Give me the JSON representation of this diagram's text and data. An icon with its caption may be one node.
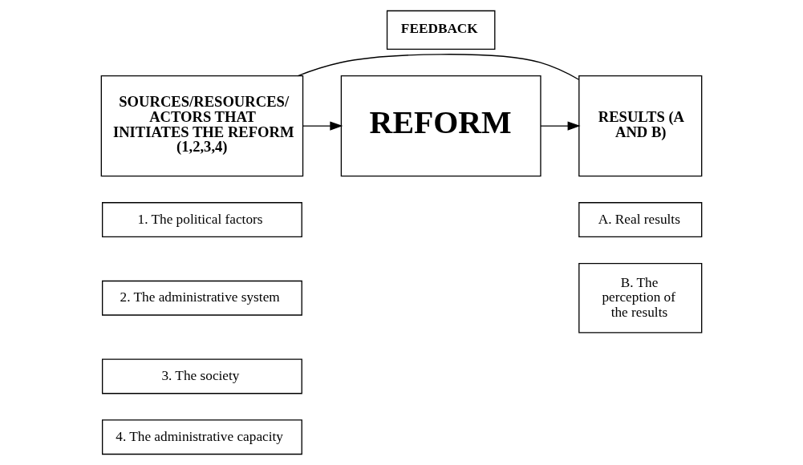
{
  "diagram": {
    "nodes": [
      {
        "text": [
          "SOURCES/RESOURCES/ ACTORS THAT INITIATES THE REFORM (1,2,3,4)"
        ]
      },
      {
        "text": [
          "FEEDBACK"
        ]
      },
      {
        "text": [
          "REFORM"
        ]
      },
      {
        "text": [
          "RESULTS (A AND B)"
        ]
      },
      {
        "text": [
          "1. The political factors"
        ]
      },
      {
        "text": [
          "2. The administrative system"
        ]
      },
      {
        "text": [
          "3. The society"
        ]
      },
      {
        "text": [
          "4. The administrative capacity"
        ]
      },
      {
        "text": [
          "A. Real results"
        ]
      },
      {
        "text": [
          "B. The perception of the results"
        ]
      }
    ],
    "edges": [
      {
        "from": 0,
        "to": 2,
        "arrow": "to"
      },
      {
        "from": 2,
        "to": 3,
        "arrow": "to"
      },
      {
        "from": 0,
        "to": 3,
        "arrow": "none"
      }
    ]
  }
}
